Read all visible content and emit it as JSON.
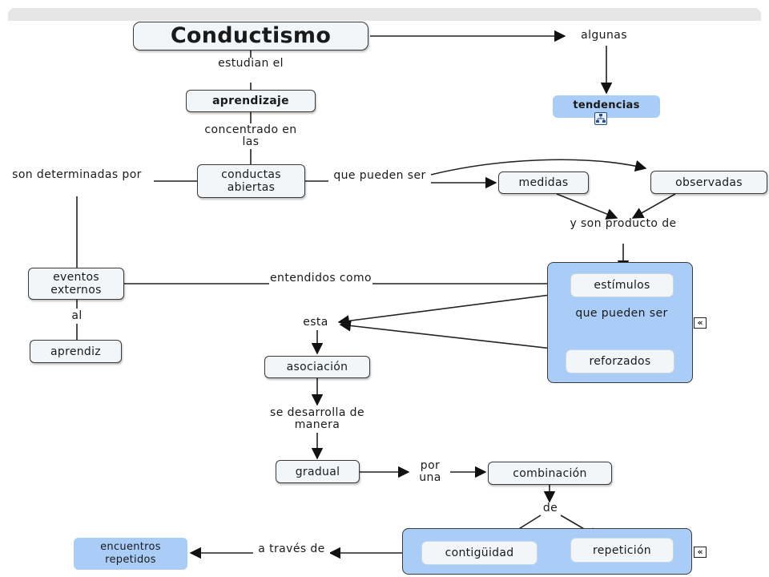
{
  "nodes": {
    "conductismo": "Conductismo",
    "aprendizaje": "aprendizaje",
    "conductas_abiertas": "conductas abiertas",
    "medidas": "medidas",
    "observadas": "observadas",
    "eventos_externos": "eventos externos",
    "aprendiz": "aprendiz",
    "estimulos": "estímulos",
    "reforzados": "reforzados",
    "asociacion": "asociación",
    "gradual": "gradual",
    "combinacion": "combinación",
    "contiguidad": "contigüidad",
    "repeticion": "repetición",
    "tendencias": "tendencias",
    "encuentros_repetidos": "encuentros repetidos"
  },
  "links": {
    "algunas": "algunas",
    "estudian_el": "estudian el",
    "concentrado_en_las": "concentrado en las",
    "son_determinadas_por": "son determinadas por",
    "que_pueden_ser_1": "que pueden ser",
    "y_son_producto_de": "y son producto de",
    "entendidos_como": "entendidos como",
    "al": "al",
    "que_pueden_ser_2": "que pueden ser",
    "esta": "esta",
    "se_desarrolla_de_manera": "se desarrolla de manera",
    "por_una": "por una",
    "de": "de",
    "a_traves_de": "a través de"
  },
  "icons": {
    "tree": "hierarchy-icon",
    "collapse": "double-chevron-left-icon"
  },
  "colors": {
    "node_fill": "#f3f6f9",
    "blue_fill": "#a9cdf7",
    "border": "#3a3a3a"
  }
}
